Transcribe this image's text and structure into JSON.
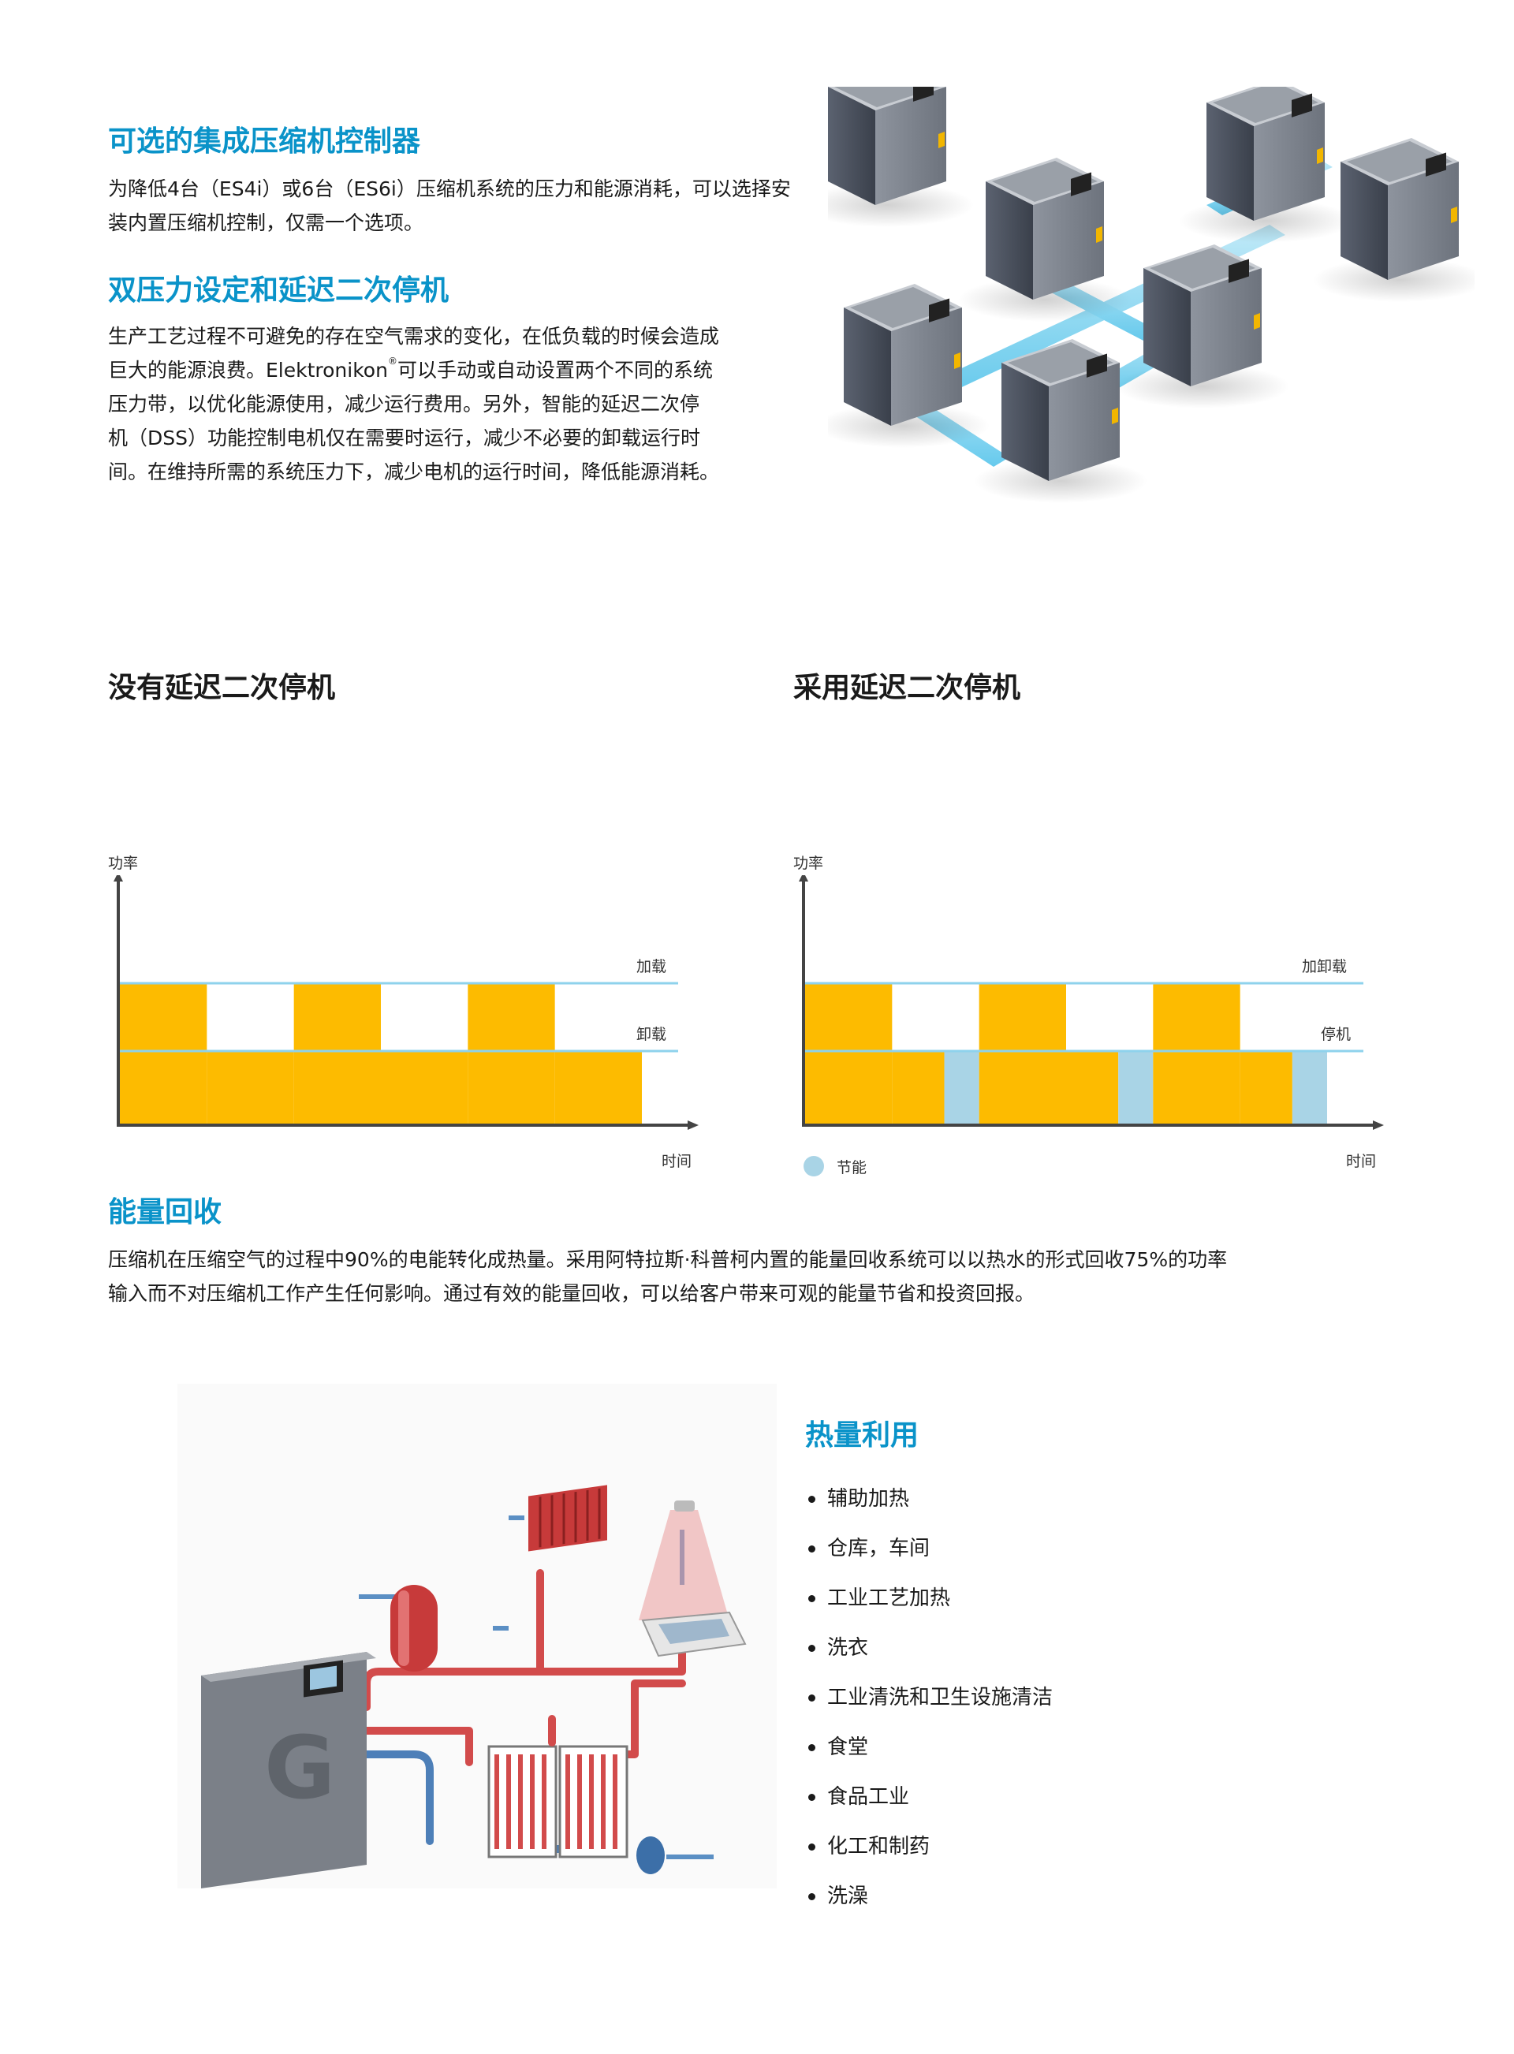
{
  "section_controller": {
    "title": "可选的集成压缩机控制器",
    "lines": [
      "为降低4台（ES4i）或6台（ES6i）压缩机系统的压力和能源消耗，可以选择安",
      "装内置压缩机控制，仅需一个选项。"
    ]
  },
  "section_dss": {
    "title": "双压力设定和延迟二次停机",
    "lines": [
      "生产工艺过程不可避免的存在空气需求的变化，在低负载的时候会造成",
      "巨大的能源浪费。Elektronikon",
      "可以手动或自动设置两个不同的系统",
      "压力带，以优化能源使用，减少运行费用。另外，智能的延迟二次停",
      "机（DSS）功能控制电机仅在需要时运行，减少不必要的卸载运行时",
      "间。在维持所需的系统压力下，减少电机的运行时间，降低能源消耗。"
    ],
    "trademark": "®"
  },
  "colors": {
    "accent_blue": "#0a93c9",
    "load_yellow": "#fdbb00",
    "saving_blue": "#a9d4e6",
    "line_blue": "#8ed2ec"
  },
  "chart_data": [
    {
      "type": "area",
      "title": "没有延迟二次停机",
      "ylabel": "功率",
      "xlabel": "时间",
      "levels": [
        {
          "name": "加载",
          "value": 2
        },
        {
          "name": "卸载",
          "value": 1
        }
      ],
      "segments": [
        {
          "start": 0,
          "end": 10,
          "level": "加载"
        },
        {
          "start": 10,
          "end": 20,
          "level": "卸载"
        },
        {
          "start": 20,
          "end": 30,
          "level": "加载"
        },
        {
          "start": 30,
          "end": 40,
          "level": "卸载"
        },
        {
          "start": 40,
          "end": 50,
          "level": "加载"
        },
        {
          "start": 50,
          "end": 60,
          "level": "卸载"
        }
      ]
    },
    {
      "type": "area",
      "title": "采用延迟二次停机",
      "ylabel": "功率",
      "xlabel": "时间",
      "levels": [
        {
          "name": "加卸载",
          "value": 2
        },
        {
          "name": "停机",
          "value": 1
        }
      ],
      "legend": [
        {
          "name": "节能",
          "color": "#a9d4e6"
        }
      ],
      "segments": [
        {
          "start": 0,
          "end": 10,
          "level": "加卸载"
        },
        {
          "start": 10,
          "end": 16,
          "level": "停机"
        },
        {
          "start": 16,
          "end": 20,
          "level": "节能"
        },
        {
          "start": 20,
          "end": 30,
          "level": "加卸载"
        },
        {
          "start": 30,
          "end": 36,
          "level": "停机"
        },
        {
          "start": 36,
          "end": 40,
          "level": "节能"
        },
        {
          "start": 40,
          "end": 50,
          "level": "加卸载"
        },
        {
          "start": 50,
          "end": 56,
          "level": "停机"
        },
        {
          "start": 56,
          "end": 60,
          "level": "节能"
        }
      ]
    }
  ],
  "section_energy": {
    "title": "能量回收",
    "lines": [
      "压缩机在压缩空气的过程中90%的电能转化成热量。采用阿特拉斯·科普柯内置的能量回收系统可以以热水的形式回收75%的功率",
      "输入而不对压缩机工作产生任何影响。通过有效的能量回收，可以给客户带来可观的能量节省和投资回报。"
    ]
  },
  "section_heat": {
    "title": "热量利用",
    "items": [
      "辅助加热",
      "仓库，车间",
      "工业工艺加热",
      "洗衣",
      "工业清洗和卫生设施清洁",
      "食堂",
      "食品工业",
      "化工和制药",
      "洗澡"
    ]
  },
  "compressor_brand_letter": "G"
}
